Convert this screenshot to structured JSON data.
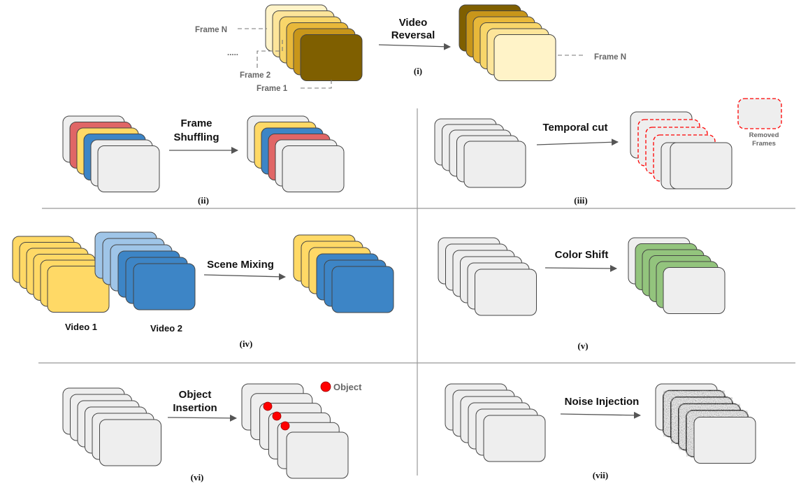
{
  "colors": {
    "gray_frame": "#eeeeee",
    "yellow_1": "#fff3c8",
    "yellow_2": "#fde59a",
    "yellow_3": "#f8d66a",
    "yellow_4": "#e8b83a",
    "yellow_5": "#c8961a",
    "dark_brown": "#7f5f00",
    "light_yellow": "#ffd966",
    "red_frame": "#e06666",
    "blue_frame": "#3d85c6",
    "light_blue": "#9fc5e8",
    "green_frame": "#93c47d",
    "dashed_red": "#ff0000",
    "object_dot": "#ff0000",
    "divider": "#999999",
    "arrow": "#555555"
  },
  "panels": {
    "reversal": {
      "label_line1": "Video",
      "label_line2": "Reversal",
      "numeral": "(i)",
      "frame_n_left": "Frame N",
      "dots": ".....",
      "frame_2": "Frame 2",
      "frame_1": "Frame 1",
      "frame_n_right": "Frame N"
    },
    "shuffling": {
      "label_line1": "Frame",
      "label_line2": "Shuffling",
      "numeral": "(ii)"
    },
    "temporal": {
      "label": "Temporal cut",
      "numeral": "(iii)",
      "legend_line1": "Removed",
      "legend_line2": "Frames"
    },
    "mixing": {
      "label": "Scene Mixing",
      "numeral": "(iv)",
      "video1": "Video 1",
      "video2": "Video 2"
    },
    "color": {
      "label": "Color Shift",
      "numeral": "(v)"
    },
    "object": {
      "label_line1": "Object",
      "label_line2": "Insertion",
      "numeral": "(vi)",
      "legend": "Object"
    },
    "noise": {
      "label": "Noise Injection",
      "numeral": "(vii)"
    }
  }
}
